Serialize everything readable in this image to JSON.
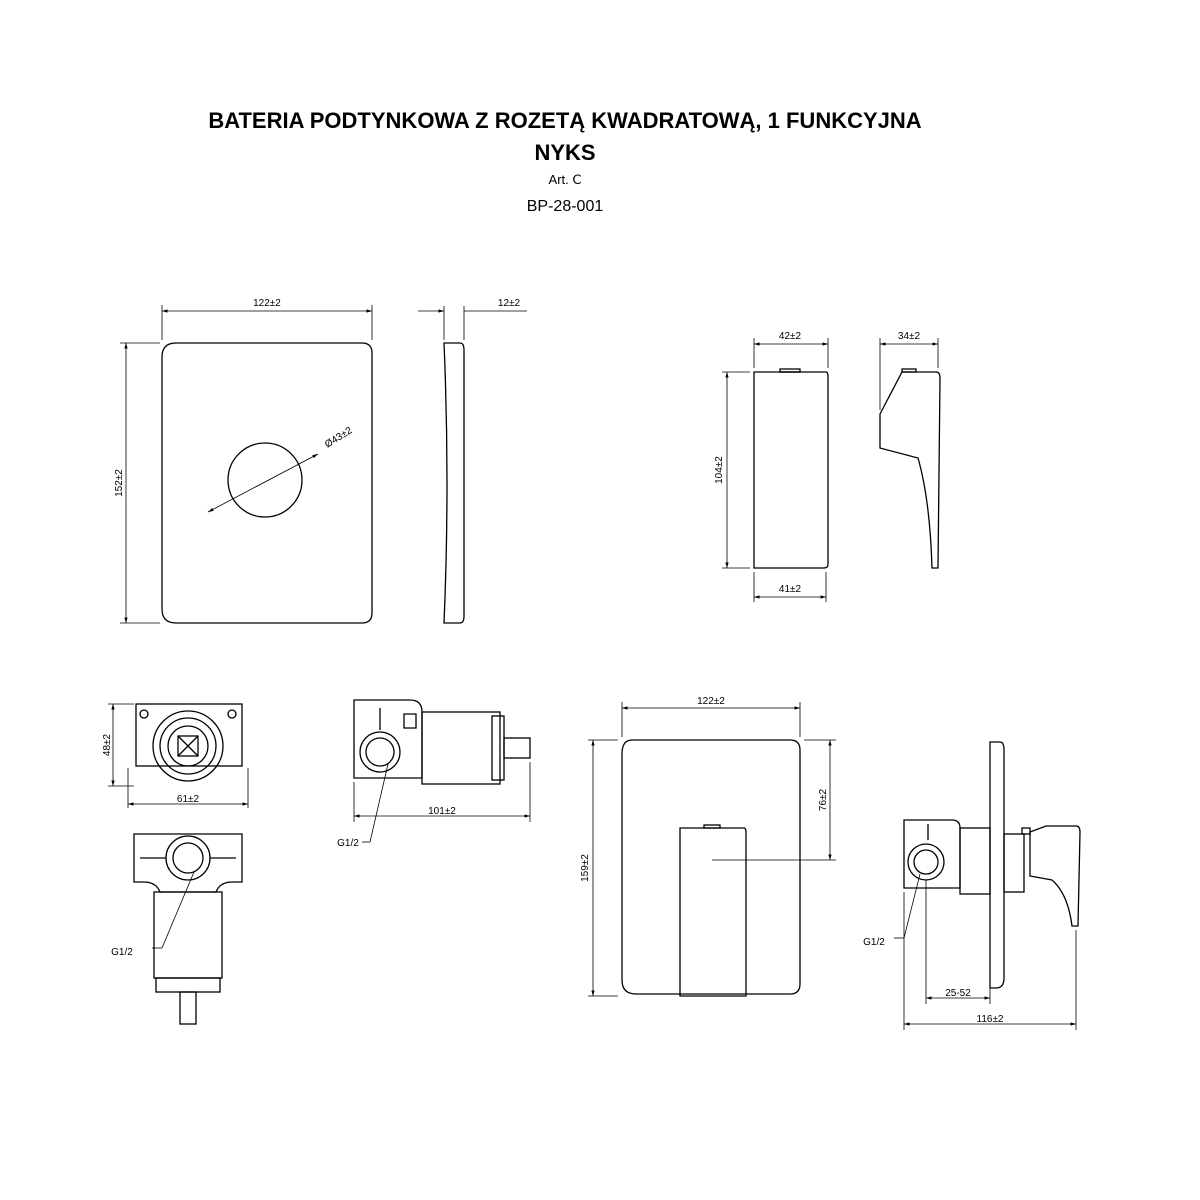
{
  "header": {
    "title_line1": "BATERIA  PODTYNKOWA Z ROZETĄ KWADRATOWĄ, 1 FUNKCYJNA",
    "title_line2": "NYKS",
    "article_label": "Art. Ⅽ",
    "article_code": "BP-28-001"
  },
  "dimensions": {
    "plate_width": "122±2",
    "plate_thickness": "12±2",
    "plate_height": "152±2",
    "hole_diameter": "Ø43±2",
    "handle_width_top": "42±2",
    "handle_depth": "34±2",
    "handle_height": "104±2",
    "handle_width_bottom": "41±2",
    "body_height": "48±2",
    "body_width": "61±2",
    "body_length": "101±2",
    "thread_side": "G1/2",
    "thread_front": "G1/2",
    "thread_assembly": "G1/2",
    "assembly_width": "122±2",
    "assembly_height": "159±2",
    "assembly_handle_offset": "76±2",
    "adjust_range": "25-52",
    "assembly_depth": "116±2"
  }
}
